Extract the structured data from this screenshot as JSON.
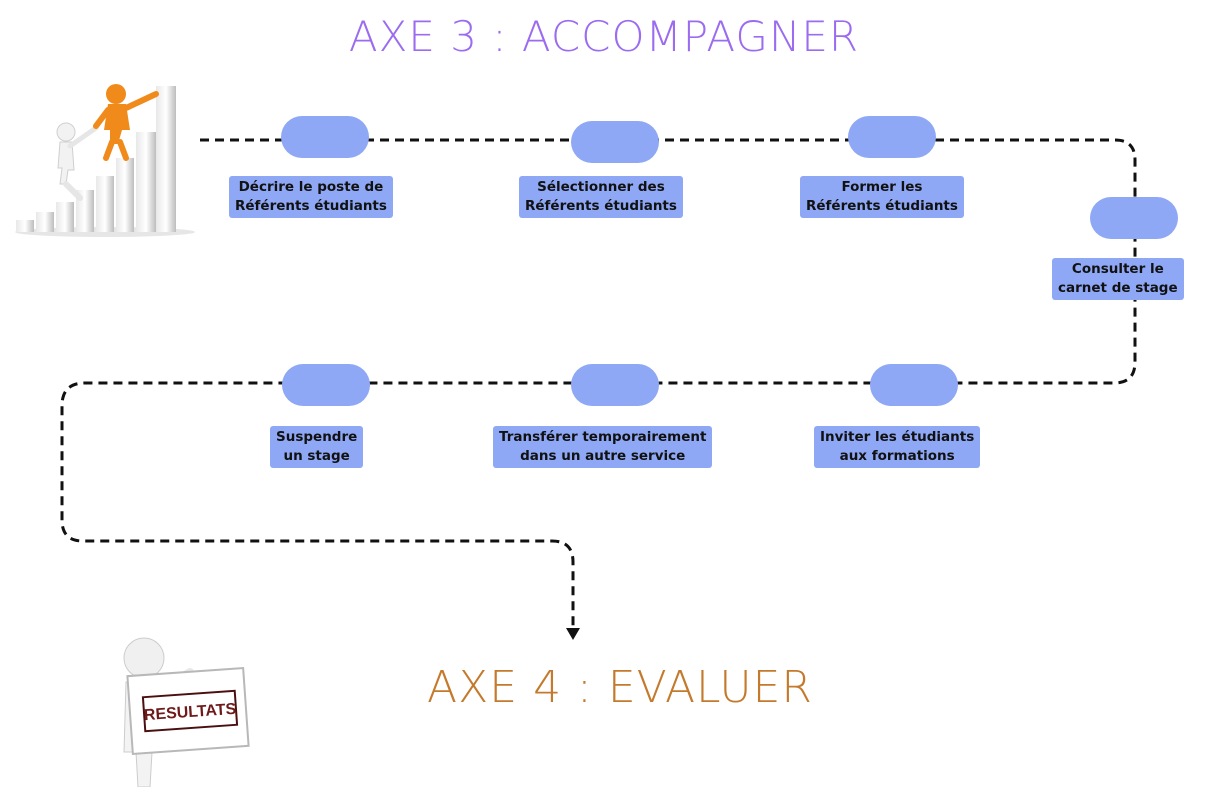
{
  "titles": {
    "top": "AXE 3 : ACCOMPAGNER",
    "bottom": "AXE 4 : EVALUER"
  },
  "steps": [
    {
      "line1": "Décrire le poste de",
      "line2": "Référents étudiants"
    },
    {
      "line1": "Sélectionner des",
      "line2": "Référents étudiants"
    },
    {
      "line1": "Former les",
      "line2": "Référents étudiants"
    },
    {
      "line1": "Consulter le",
      "line2": "carnet de stage"
    },
    {
      "line1": "Inviter les étudiants",
      "line2": "aux formations"
    },
    {
      "line1": "Transférer temporairement",
      "line2": "dans un autre service"
    },
    {
      "line1": "Suspendre",
      "line2": "un stage"
    }
  ],
  "sign_text": "RESULTATS",
  "colors": {
    "top_title": "#9b6cf0",
    "bottom_title": "#c47a2c",
    "node": "#8fa8f5",
    "path": "#111111"
  },
  "icons": [
    "climbing-stairs-figure-icon",
    "results-sign-figure-icon"
  ]
}
